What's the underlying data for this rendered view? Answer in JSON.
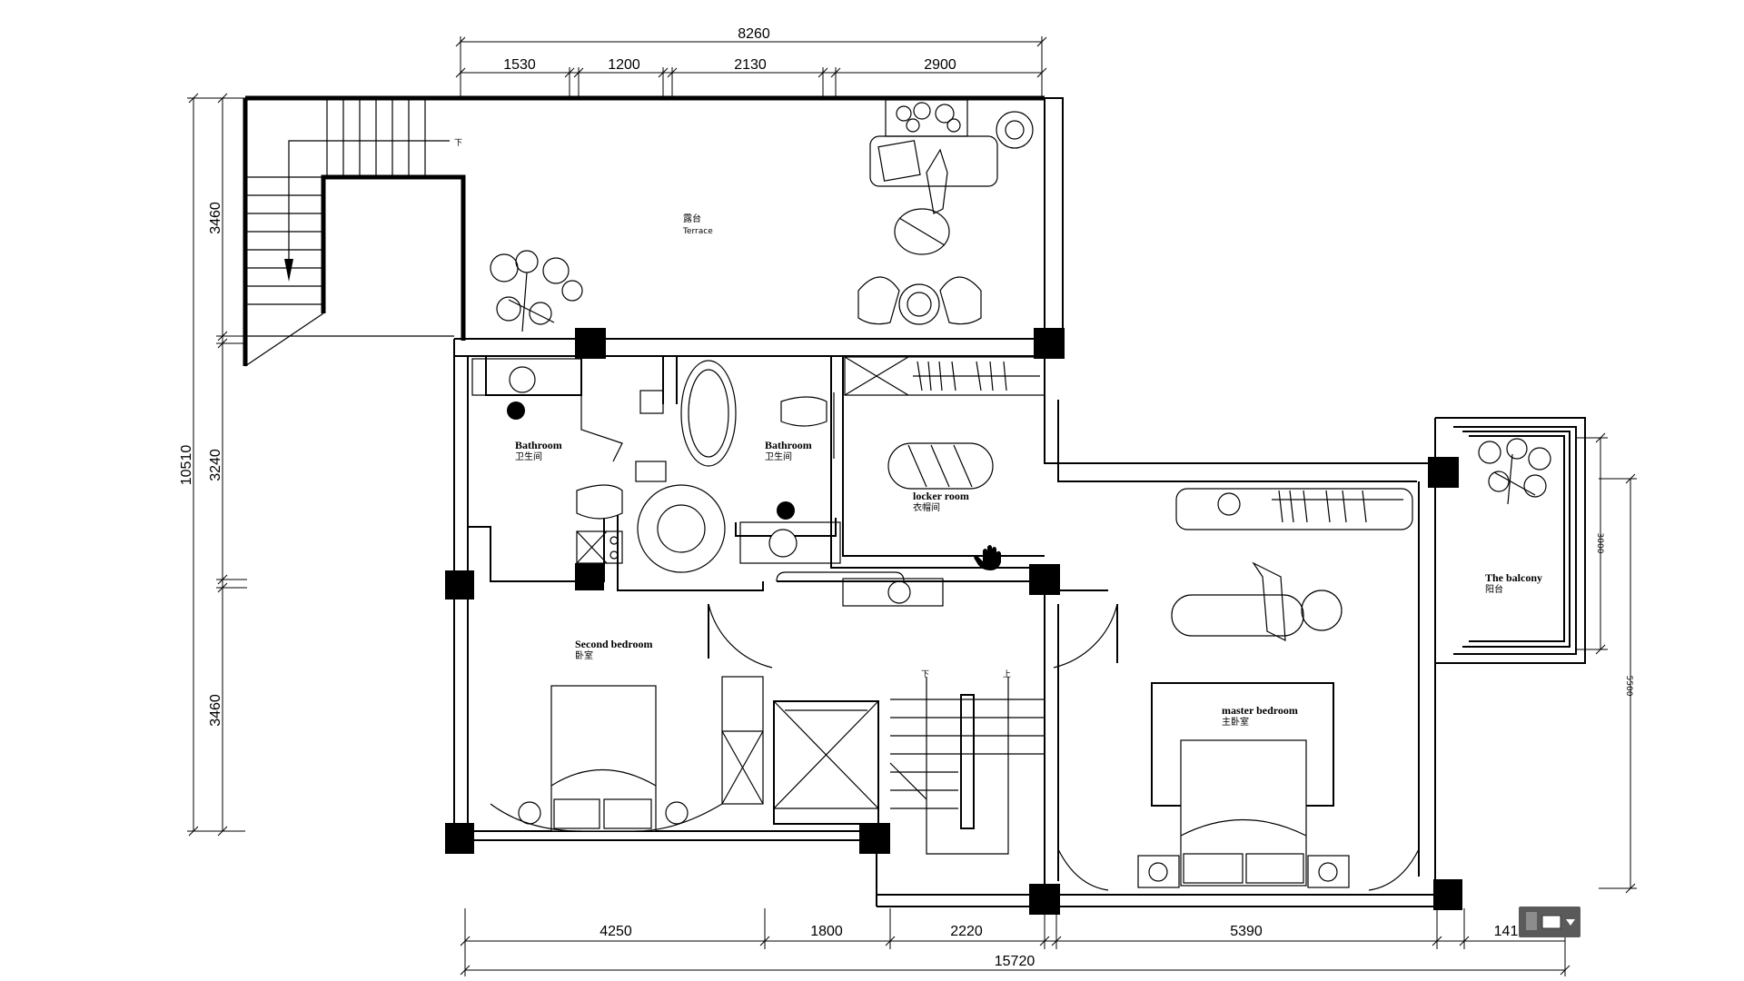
{
  "dimensions": {
    "top_total": "8260",
    "top_segments": [
      "1530",
      "1200",
      "2130",
      "2900"
    ],
    "left_total": "10510",
    "left_segments": [
      "3460",
      "3240",
      "3460"
    ],
    "bottom_segments": [
      "4250",
      "1800",
      "2220",
      "5390",
      "141"
    ],
    "bottom_total": "15720",
    "right_segments": [
      "3000",
      "5500"
    ]
  },
  "rooms": {
    "terrace": {
      "cn": "露台",
      "en": "Terrace"
    },
    "bathroom_left": {
      "en": "Bathroom",
      "cn": "卫生间"
    },
    "bathroom_right": {
      "en": "Bathroom",
      "cn": "卫生间"
    },
    "locker_room": {
      "en": "locker room",
      "cn": "衣帽间"
    },
    "balcony": {
      "en": "The balcony",
      "cn": "阳台"
    },
    "second_bedroom": {
      "en": "Second bedroom",
      "cn": "卧室"
    },
    "master_bedroom": {
      "en": "master bedroom",
      "cn": "主卧室"
    }
  },
  "stair_labels": {
    "outer_down": "下",
    "inner_down": "下",
    "inner_up": "上"
  },
  "icons": {
    "hand_cursor": "hand-cursor-icon",
    "viewcube_widget": "navigation-widget-icon"
  }
}
